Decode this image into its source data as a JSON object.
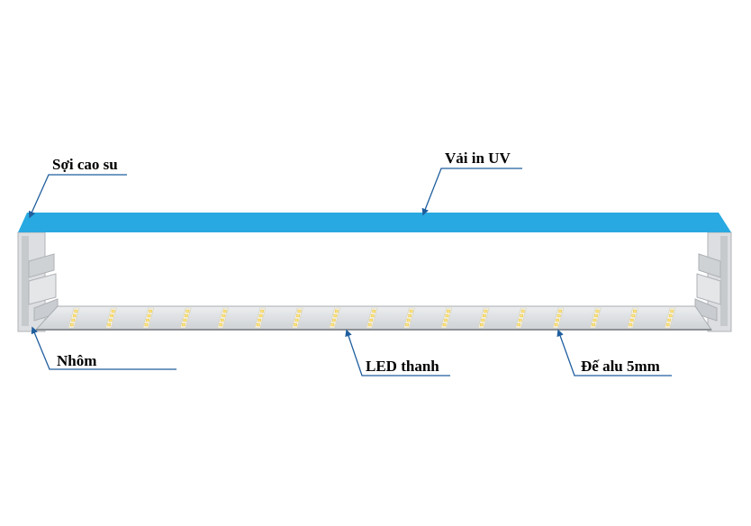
{
  "labels": {
    "rubber": "Sợi cao su",
    "fabric": "Vải in UV",
    "aluminum": "Nhôm",
    "led": "LED thanh",
    "base": "Đế alu 5mm"
  },
  "colors": {
    "fabric": "#29a9e1",
    "frame": "#d8dadd",
    "frame_shade": "#b9bcc0",
    "base": "#e3e5e7",
    "led": "#ffe680",
    "leader": "#1f5e9e",
    "text": "#000000"
  },
  "led_count": 17
}
